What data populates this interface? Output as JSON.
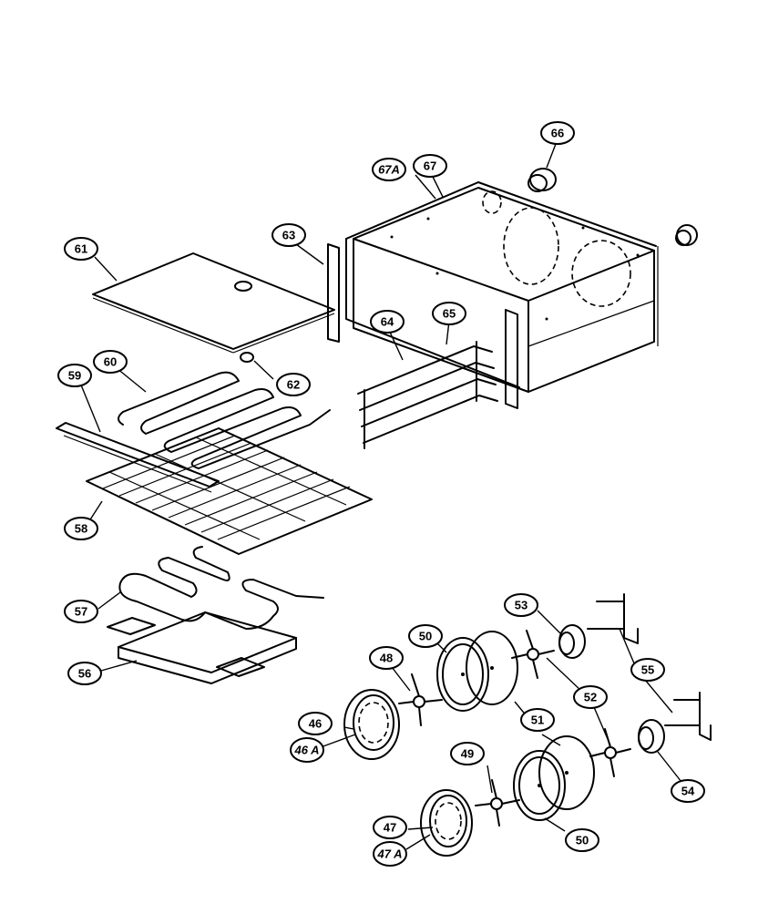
{
  "callouts": {
    "c46": "46",
    "c46a": "46\nA",
    "c47": "47",
    "c47a": "47\nA",
    "c48": "48",
    "c49": "49",
    "c50a": "50",
    "c50b": "50",
    "c51": "51",
    "c52": "52",
    "c53": "53",
    "c54": "54",
    "c55": "55",
    "c56": "56",
    "c57": "57",
    "c58": "58",
    "c59": "59",
    "c60": "60",
    "c61": "61",
    "c62": "62",
    "c63": "63",
    "c64": "64",
    "c65": "65",
    "c66": "66",
    "c67": "67",
    "c67a": "67A"
  }
}
